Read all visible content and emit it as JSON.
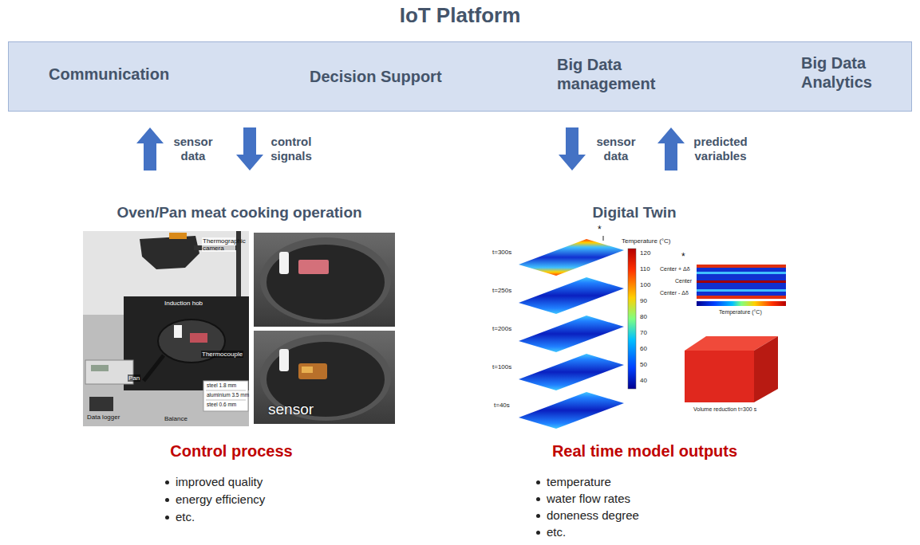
{
  "diagram": {
    "title": "IoT Platform",
    "nodes": [
      {
        "text": [
          "Communication",
          "Decision Support",
          "Big Data management",
          "Big Data Analytics"
        ]
      },
      {
        "text": [
          "Oven/Pan meat cooking operation",
          "Control process",
          "improved quality",
          "energy efficiency",
          "etc."
        ]
      },
      {
        "text": [
          "Digital Twin",
          "Real time model outputs",
          "temperature",
          "water flow rates",
          "doneness degree",
          "etc."
        ]
      }
    ],
    "edges": [
      {
        "from": 1,
        "to": 0,
        "arrow": "to",
        "label": "sensor data"
      },
      {
        "from": 0,
        "to": 1,
        "arrow": "to",
        "label": "control signals"
      },
      {
        "from": 0,
        "to": 2,
        "arrow": "to",
        "label": "sensor data"
      },
      {
        "from": 2,
        "to": 0,
        "arrow": "to",
        "label": "predicted variables"
      }
    ],
    "labels": [
      "Thermographic camera",
      "Induction hob",
      "Thermocouple",
      "Pan",
      "Data logger",
      "Balance",
      "steel 1.8 mm",
      "aluminium 3.5 mm",
      "steel 0.6 mm",
      "sensor",
      "t=300s",
      "t=250s",
      "t=200s",
      "t=100s",
      "t=40s",
      "Temperature (°C)",
      "120",
      "110",
      "100",
      "90",
      "80",
      "70",
      "60",
      "50",
      "40",
      "*",
      "*",
      "Center + Δδ",
      "Center",
      "Center - Δδ",
      "Temperature (°C)",
      "Volume reduction t=300 s"
    ]
  }
}
